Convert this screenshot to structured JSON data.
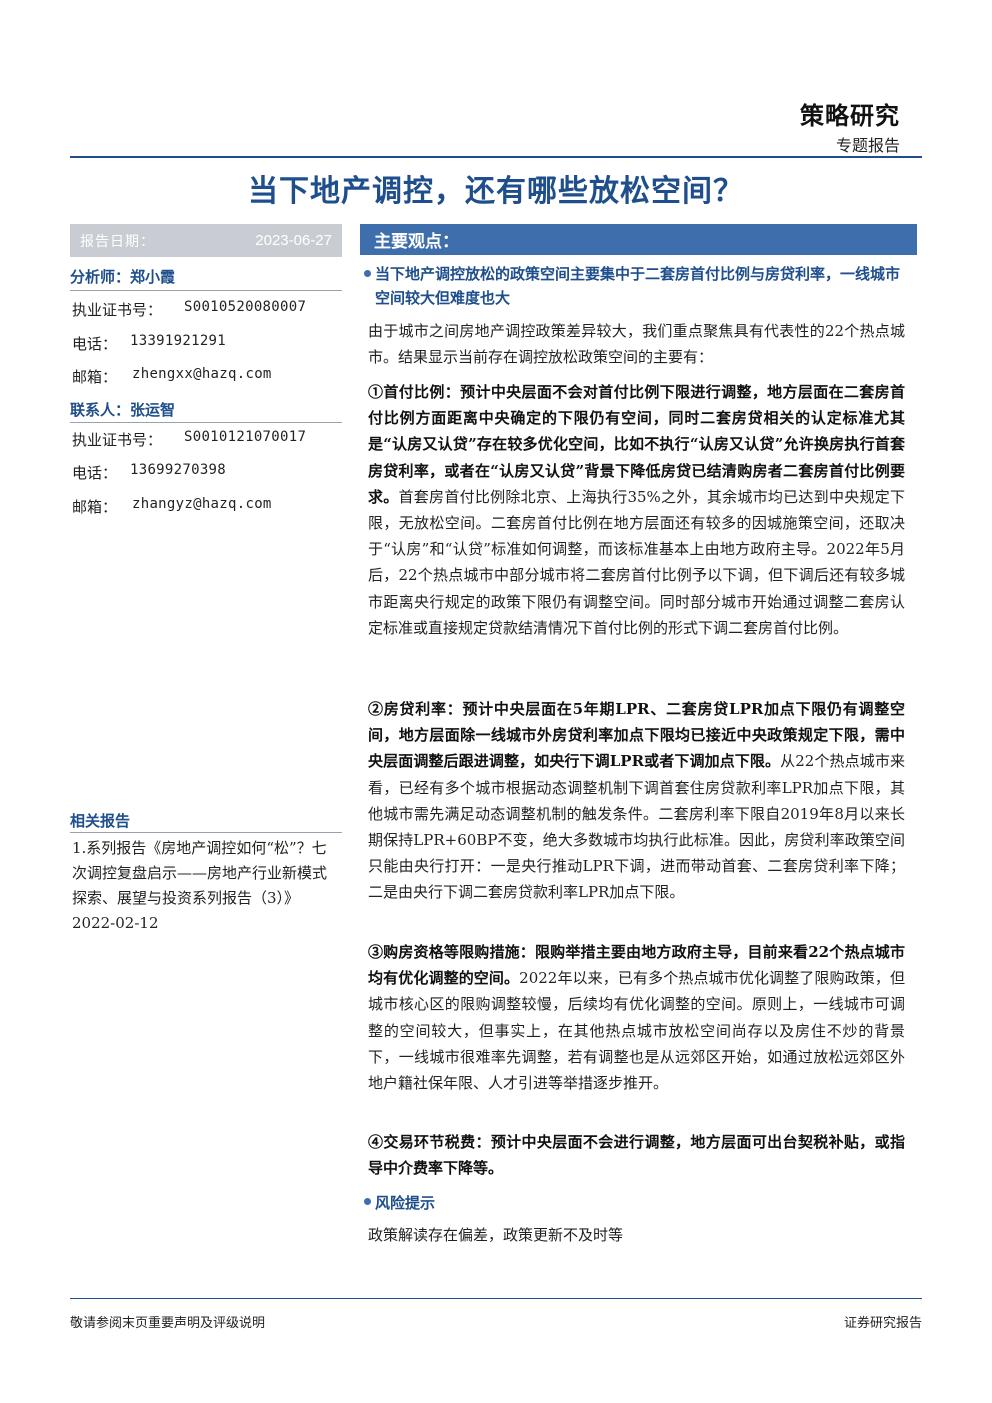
{
  "header": {
    "category": "策略研究",
    "report_type": "专题报告"
  },
  "title": "当下地产调控，还有哪些放松空间？",
  "sidebar": {
    "date_label": "报告日期：",
    "date_value": "2023-06-27",
    "analyst": {
      "heading": "分析师：郑小霞",
      "cert_label": "执业证书号：",
      "cert_value": "S0010520080007",
      "phone_label": "电话：",
      "phone_value": "13391921291",
      "email_label": "邮箱：",
      "email_value": "zhengxx@hazq.com"
    },
    "contact": {
      "heading": "联系人：张运智",
      "cert_label": "执业证书号：",
      "cert_value": "S0010121070017",
      "phone_label": "电话：",
      "phone_value": "13699270398",
      "email_label": "邮箱：",
      "email_value": "zhangyz@hazq.com"
    },
    "related": {
      "heading": "相关报告",
      "text": "1.系列报告《房地产调控如何“松”？七次调控复盘启示——房地产行业新模式探索、展望与投资系列报告（3）》2022-02-12"
    }
  },
  "main": {
    "section_title": "主要观点：",
    "sub_heading": "当下地产调控放松的政策空间主要集中于二套房首付比例与房贷利率，一线城市空间较大但难度也大",
    "intro": "由于城市之间房地产调控政策差异较大，我们重点聚焦具有代表性的22个热点城市。结果显示当前存在调控放松政策空间的主要有：",
    "p1_bold": "①首付比例：预计中央层面不会对首付比例下限进行调整，地方层面在二套房首付比例方面距离中央确定的下限仍有空间，同时二套房贷相关的认定标准尤其是“认房又认贷”存在较多优化空间，比如不执行“认房又认贷”允许换房执行首套房贷利率，或者在“认房又认贷”背景下降低房贷已结清购房者二套房首付比例要求。",
    "p1_text": "首套房首付比例除北京、上海执行35%之外，其余城市均已达到中央规定下限，无放松空间。二套房首付比例在地方层面还有较多的因城施策空间，还取决于“认房”和“认贷”标准如何调整，而该标准基本上由地方政府主导。2022年5月后，22个热点城市中部分城市将二套房首付比例予以下调，但下调后还有较多城市距离央行规定的政策下限仍有调整空间。同时部分城市开始通过调整二套房认定标准或直接规定贷款结清情况下首付比例的形式下调二套房首付比例。",
    "p2_bold": "②房贷利率：预计中央层面在5年期LPR、二套房贷LPR加点下限仍有调整空间，地方层面除一线城市外房贷利率加点下限均已接近中央政策规定下限，需中央层面调整后跟进调整，如央行下调LPR或者下调加点下限。",
    "p2_text": "从22个热点城市来看，已经有多个城市根据动态调整机制下调首套住房贷款利率LPR加点下限，其他城市需先满足动态调整机制的触发条件。二套房利率下限自2019年8月以来长期保持LPR+60BP不变，绝大多数城市均执行此标准。因此，房贷利率政策空间只能由央行打开：一是央行推动LPR下调，进而带动首套、二套房贷利率下降；二是由央行下调二套房贷款利率LPR加点下限。",
    "p3_bold": "③购房资格等限购措施：限购举措主要由地方政府主导，目前来看22个热点城市均有优化调整的空间。",
    "p3_text": "2022年以来，已有多个热点城市优化调整了限购政策，但城市核心区的限购调整较慢，后续均有优化调整的空间。原则上，一线城市可调整的空间较大，但事实上，在其他热点城市放松空间尚存以及房住不炒的背景下，一线城市很难率先调整，若有调整也是从远郊区开始，如通过放松远郊区外地户籍社保年限、人才引进等举措逐步推开。",
    "p4_bold": "④交易环节税费：预计中央层面不会进行调整，地方层面可出台契税补贴，或指导中介费率下降等。",
    "risk_heading": "风险提示",
    "risk_text": "政策解读存在偏差，政策更新不及时等"
  },
  "footer": {
    "left": "敬请参阅末页重要声明及评级说明",
    "right": "证券研究报告"
  },
  "colors": {
    "accent": "#1f4e8c",
    "bar": "#3e6eac",
    "date_bar": "#c9cdd3"
  }
}
